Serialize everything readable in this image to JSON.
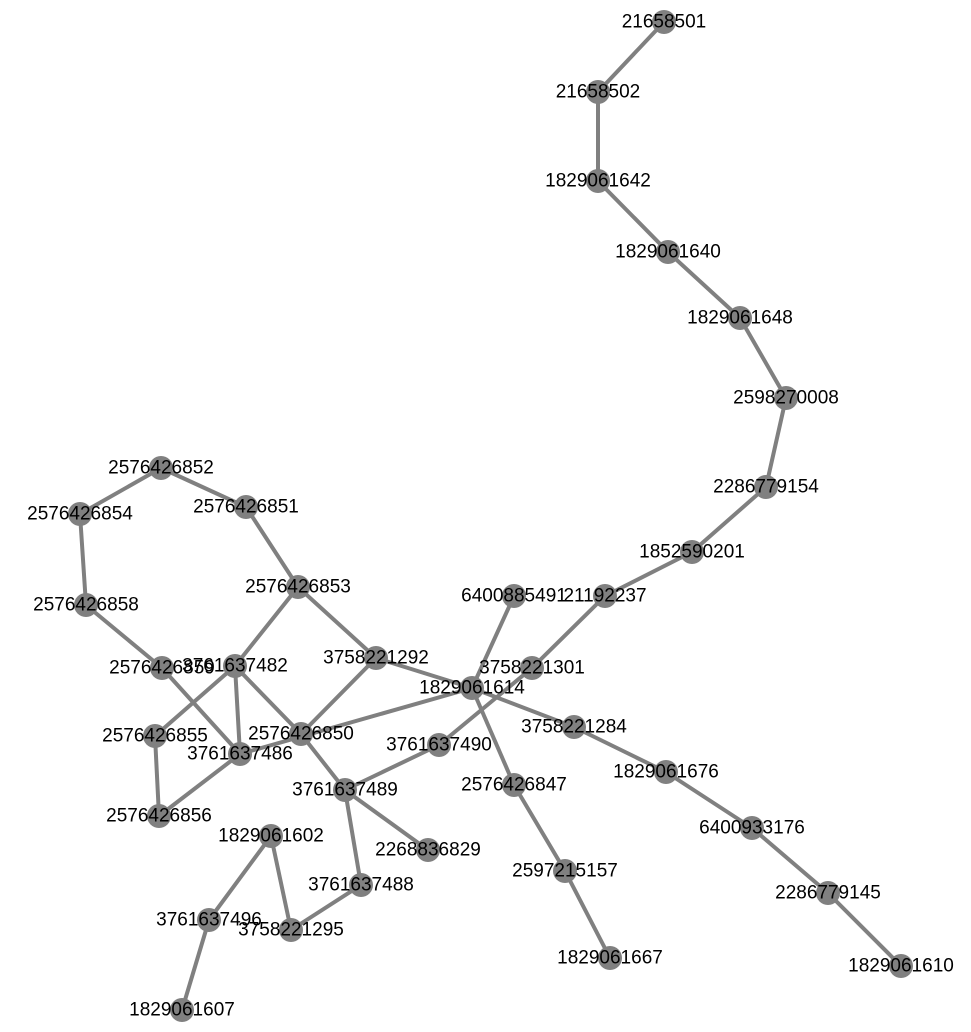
{
  "graph": {
    "node_color": "#808080",
    "edge_color": "#808080",
    "label_color": "#000000",
    "nodes": [
      {
        "id": "21658501",
        "label": "21658501"
      },
      {
        "id": "21658502",
        "label": "21658502"
      },
      {
        "id": "1829061642",
        "label": "1829061642"
      },
      {
        "id": "1829061640",
        "label": "1829061640"
      },
      {
        "id": "1829061648",
        "label": "1829061648"
      },
      {
        "id": "2598270008",
        "label": "2598270008"
      },
      {
        "id": "2286779154",
        "label": "2286779154"
      },
      {
        "id": "1852590201",
        "label": "1852590201"
      },
      {
        "id": "21192237",
        "label": "21192237"
      },
      {
        "id": "6400885491",
        "label": "6400885491"
      },
      {
        "id": "3758221301",
        "label": "3758221301"
      },
      {
        "id": "1829061614",
        "label": "1829061614"
      },
      {
        "id": "3758221284",
        "label": "3758221284"
      },
      {
        "id": "1829061676",
        "label": "1829061676"
      },
      {
        "id": "6400933176",
        "label": "6400933176"
      },
      {
        "id": "2286779145",
        "label": "2286779145"
      },
      {
        "id": "1829061610",
        "label": "1829061610"
      },
      {
        "id": "2576426847",
        "label": "2576426847"
      },
      {
        "id": "2597215157",
        "label": "2597215157"
      },
      {
        "id": "1829061667",
        "label": "1829061667"
      },
      {
        "id": "3761637490",
        "label": "3761637490"
      },
      {
        "id": "3761637489",
        "label": "3761637489"
      },
      {
        "id": "2268836829",
        "label": "2268836829"
      },
      {
        "id": "3761637488",
        "label": "3761637488"
      },
      {
        "id": "3758221295",
        "label": "3758221295"
      },
      {
        "id": "1829061602",
        "label": "1829061602"
      },
      {
        "id": "3761637496",
        "label": "3761637496"
      },
      {
        "id": "1829061607",
        "label": "1829061607"
      },
      {
        "id": "3758221292",
        "label": "3758221292"
      },
      {
        "id": "2576426853",
        "label": "2576426853"
      },
      {
        "id": "2576426851",
        "label": "2576426851"
      },
      {
        "id": "2576426852",
        "label": "2576426852"
      },
      {
        "id": "2576426854",
        "label": "2576426854"
      },
      {
        "id": "2576426858",
        "label": "2576426858"
      },
      {
        "id": "2576426859",
        "label": "2576426859"
      },
      {
        "id": "3761637482",
        "label": "3761637482"
      },
      {
        "id": "2576426855",
        "label": "2576426855"
      },
      {
        "id": "2576426856",
        "label": "2576426856"
      },
      {
        "id": "3761637486",
        "label": "3761637486"
      },
      {
        "id": "2576426850",
        "label": "2576426850"
      }
    ],
    "edges": [
      [
        "21658501",
        "21658502"
      ],
      [
        "21658502",
        "1829061642"
      ],
      [
        "1829061642",
        "1829061640"
      ],
      [
        "1829061640",
        "1829061648"
      ],
      [
        "1829061648",
        "2598270008"
      ],
      [
        "2598270008",
        "2286779154"
      ],
      [
        "2286779154",
        "1852590201"
      ],
      [
        "1852590201",
        "21192237"
      ],
      [
        "21192237",
        "3758221301"
      ],
      [
        "3758221301",
        "3761637490"
      ],
      [
        "3761637490",
        "3761637489"
      ],
      [
        "3761637489",
        "2268836829"
      ],
      [
        "3761637489",
        "3761637488"
      ],
      [
        "3761637488",
        "3758221295"
      ],
      [
        "3758221295",
        "1829061602"
      ],
      [
        "3761637489",
        "2576426850"
      ],
      [
        "2576426850",
        "3758221292"
      ],
      [
        "2576426850",
        "3761637482"
      ],
      [
        "3758221292",
        "2576426853"
      ],
      [
        "3758221292",
        "1829061614"
      ],
      [
        "2576426853",
        "2576426851"
      ],
      [
        "2576426851",
        "2576426852"
      ],
      [
        "2576426852",
        "2576426854"
      ],
      [
        "2576426854",
        "2576426858"
      ],
      [
        "2576426858",
        "2576426859"
      ],
      [
        "2576426859",
        "3761637486"
      ],
      [
        "2576426853",
        "3761637482"
      ],
      [
        "3761637482",
        "2576426855"
      ],
      [
        "3761637482",
        "3761637486"
      ],
      [
        "2576426855",
        "2576426856"
      ],
      [
        "2576426856",
        "3761637486"
      ],
      [
        "3761637486",
        "1829061614"
      ],
      [
        "1829061614",
        "6400885491"
      ],
      [
        "1829061614",
        "2576426847"
      ],
      [
        "2576426847",
        "2597215157"
      ],
      [
        "2597215157",
        "1829061667"
      ],
      [
        "1829061614",
        "3758221284"
      ],
      [
        "3758221284",
        "1829061676"
      ],
      [
        "1829061676",
        "6400933176"
      ],
      [
        "6400933176",
        "2286779145"
      ],
      [
        "2286779145",
        "1829061610"
      ],
      [
        "1829061602",
        "3761637496"
      ],
      [
        "3761637496",
        "1829061607"
      ]
    ]
  }
}
